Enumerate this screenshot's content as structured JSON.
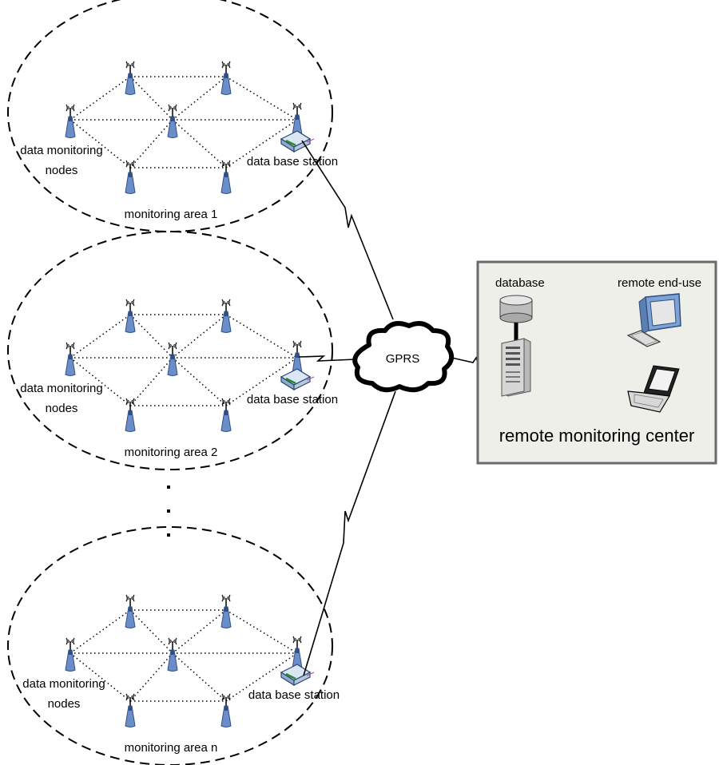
{
  "areas": [
    {
      "title": "monitoring area 1",
      "nodes_label_line1": "data monitoring",
      "nodes_label_line2": "nodes",
      "base_station_label": "data base station"
    },
    {
      "title": "monitoring area 2",
      "nodes_label_line1": "data monitoring",
      "nodes_label_line2": "nodes",
      "base_station_label": "data base station"
    },
    {
      "title": "monitoring area n",
      "nodes_label_line1": "data monitoring",
      "nodes_label_line2": "nodes",
      "base_station_label": "data base station"
    }
  ],
  "network": {
    "label": "GPRS"
  },
  "center": {
    "title": "remote monitoring center",
    "database_label": "database",
    "end_user_label": "remote end-use"
  },
  "icons": {
    "sensor": "sensor-node-antenna-icon",
    "base_station": "base-station-router-icon",
    "cloud": "gprs-cloud-icon",
    "database": "database-cylinder-icon",
    "server": "server-tower-icon",
    "monitor": "desktop-monitor-icon",
    "keyboard": "keyboard-icon",
    "laptop": "laptop-icon"
  },
  "colors": {
    "sensor_blue": "#6b8ec9",
    "center_background": "#efefe9",
    "center_border": "#6a6a6a"
  }
}
